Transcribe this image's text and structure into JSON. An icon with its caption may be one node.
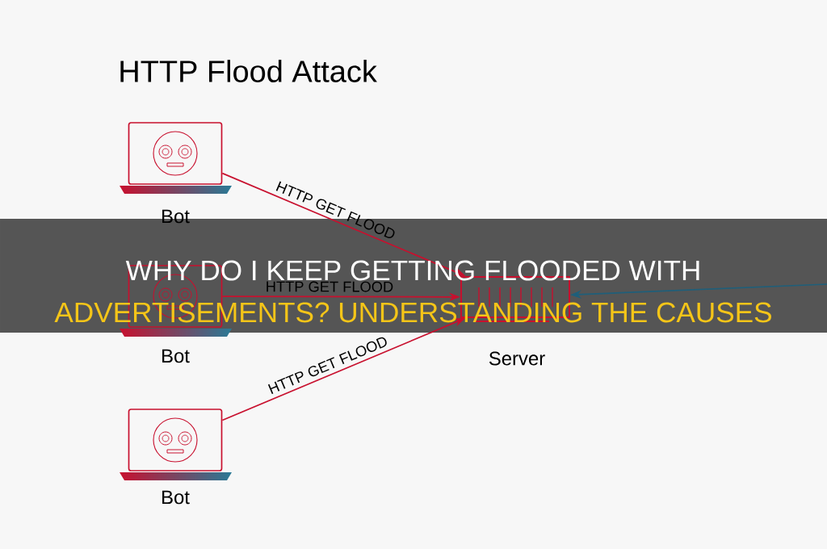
{
  "diagram": {
    "title": "HTTP Flood Attack",
    "nodes": [
      {
        "text": [
          "Bot"
        ]
      },
      {
        "text": [
          "Bot"
        ]
      },
      {
        "text": [
          "Bot"
        ]
      },
      {
        "text": [
          "Server"
        ]
      }
    ],
    "edges": [
      {
        "from": 0,
        "to": 3,
        "arrow": "to",
        "label": "HTTP GET FLOOD"
      },
      {
        "from": 1,
        "to": 3,
        "arrow": "to",
        "label": "HTTP GET FLOOD"
      },
      {
        "from": 2,
        "to": 3,
        "arrow": "to",
        "label": "HTTP GET FLOOD"
      },
      {
        "from": null,
        "to": 3,
        "arrow": "to",
        "color": "#1f5f7a"
      }
    ],
    "labels": [
      "WHY DO I KEEP GETTING FLOODED WITH",
      "ADVERTISEMENTS? UNDERSTANDING THE CAUSES"
    ]
  }
}
